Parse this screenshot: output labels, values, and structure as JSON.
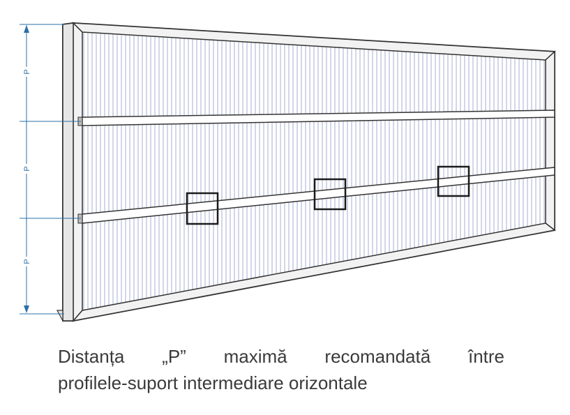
{
  "dimension_label": "P",
  "caption": {
    "line1": "Distanța „P” maximă recomandată între",
    "line2": "profilele-suport intermediare orizontale"
  },
  "colors": {
    "frame_stroke": "#333333",
    "frame_fill": "#f2f2f2",
    "panel_lines": "#9aa6cf",
    "dimension_line": "#2a6fa8",
    "caption_text": "#3a3a3a",
    "detail_box": "#1a1a1a"
  },
  "icons": [
    "arrow-up-icon",
    "arrow-down-icon"
  ]
}
